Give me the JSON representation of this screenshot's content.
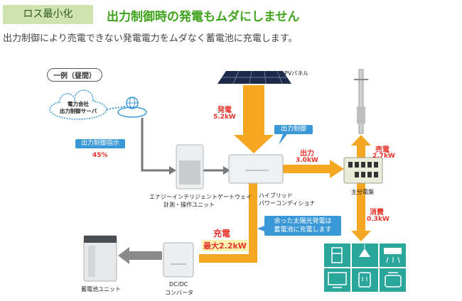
{
  "header": {
    "badge": "ロス最小化",
    "title": "出力制御時の発電もムダにしません",
    "subtitle": "出力制御により売電できない発電電力をムダなく蓄電池に充電します。"
  },
  "diagram": {
    "example_label": "一例（昼間）",
    "server_label": "電力会社\n出力制御サーバ",
    "control_instruction": "出力制御指示",
    "control_percent": "45%",
    "pv_label": "PVパネル",
    "gen_label": "発電",
    "gen_value": "5.2kW",
    "output_control_tag": "出力制御",
    "out_label": "出力",
    "out_value": "3.0kW",
    "sell_label": "売電",
    "sell_value": "2.7kW",
    "gateway_label_1": "エナジーインテリジェントゲートウェイ",
    "gateway_label_2": "計測・操作ユニット",
    "pcs_label_1": "ハイブリッド",
    "pcs_label_2": "パワーコンディショナ",
    "panel_label": "主分電盤",
    "consume_label": "消費",
    "consume_value": "0.3kW",
    "surplus_note_1": "余った太陽光発電は",
    "surplus_note_2": "蓄電池に充電します",
    "charge_label": "充電",
    "charge_value": "最大2.2kW",
    "battery_label": "蓄電池ユニット",
    "dcdc_label_1": "DC/DC",
    "dcdc_label_2": "コンバータ"
  },
  "colors": {
    "title_green": "#3fa31c",
    "badge_bg": "#cfe3b0",
    "arrow_orange": "#f5a623",
    "tag_blue": "#3b98d6",
    "value_red": "#e8342c",
    "appliance_teal": "#2aa79a"
  },
  "icons": [
    "globe-icon",
    "cloud-icon",
    "solar-panel-icon",
    "utility-pole-icon",
    "fridge-icon",
    "lamp-icon",
    "air-conditioner-icon",
    "tv-icon",
    "outlet-icon",
    "rice-cooker-icon"
  ]
}
